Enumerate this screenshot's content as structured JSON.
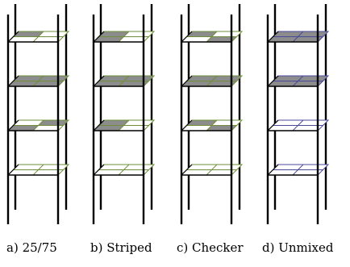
{
  "colors": {
    "post": "#000000",
    "filled": "#8c8c8c",
    "empty": "#ffffff",
    "grid": "#6f8f3a",
    "grid_unmixed": "#4a4a9a"
  },
  "panels": [
    {
      "id": "a",
      "caption": "a) 25/75",
      "floors": [
        [
          "filled",
          "empty",
          "empty",
          "empty"
        ],
        [
          "filled",
          "filled",
          "filled",
          "filled"
        ],
        [
          "empty",
          "filled",
          "filled",
          "empty"
        ],
        [
          "empty",
          "empty",
          "empty",
          "empty"
        ]
      ]
    },
    {
      "id": "b",
      "caption": "b) Striped",
      "floors": [
        [
          "filled",
          "empty",
          "filled",
          "empty"
        ],
        [
          "filled",
          "filled",
          "filled",
          "filled"
        ],
        [
          "filled",
          "empty",
          "filled",
          "empty"
        ],
        [
          "empty",
          "empty",
          "empty",
          "empty"
        ]
      ]
    },
    {
      "id": "c",
      "caption": "c) Checker",
      "floors": [
        [
          "filled",
          "empty",
          "empty",
          "filled"
        ],
        [
          "filled",
          "filled",
          "filled",
          "filled"
        ],
        [
          "filled",
          "empty",
          "empty",
          "filled"
        ],
        [
          "empty",
          "empty",
          "empty",
          "empty"
        ]
      ]
    },
    {
      "id": "d",
      "caption": "d) Unmixed",
      "floors": [
        [
          "filled",
          "filled",
          "filled",
          "filled"
        ],
        [
          "filled",
          "filled",
          "filled",
          "filled"
        ],
        [
          "empty",
          "empty",
          "empty",
          "empty"
        ],
        [
          "empty",
          "empty",
          "empty",
          "empty"
        ]
      ]
    }
  ]
}
